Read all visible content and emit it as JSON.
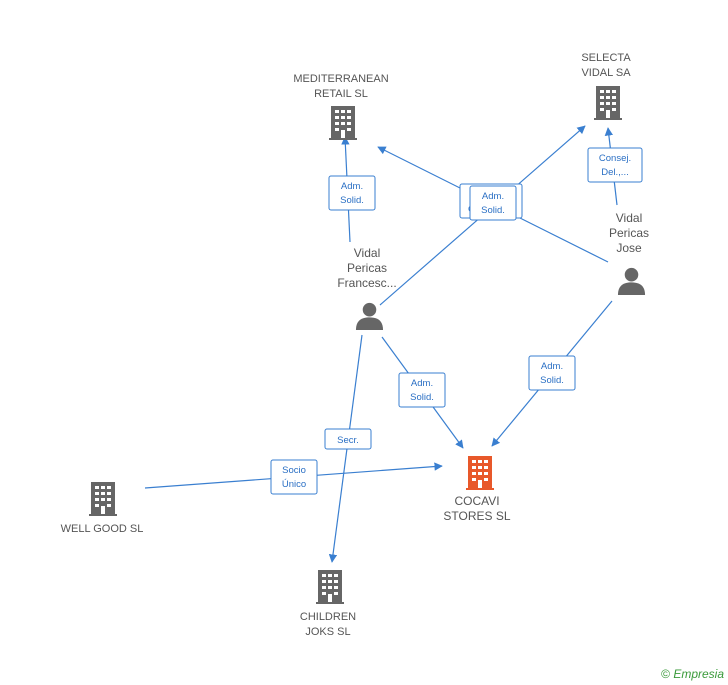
{
  "nodes": {
    "mediterranean": {
      "line1": "MEDITERRANEAN",
      "line2": "RETAIL SL",
      "icon": "building-icon"
    },
    "selecta": {
      "line1": "SELECTA",
      "line2": "VIDAL SA",
      "icon": "building-icon"
    },
    "vidal_francesc": {
      "line1": "Vidal",
      "line2": "Pericas",
      "line3": "Francesc...",
      "icon": "person-icon"
    },
    "vidal_jose": {
      "line1": "Vidal",
      "line2": "Pericas",
      "line3": "Jose",
      "icon": "person-icon"
    },
    "cocavi": {
      "line1": "COCAVI",
      "line2": "STORES SL",
      "icon": "building-icon",
      "color": "#e8582a"
    },
    "wellgood": {
      "line1": "WELL GOOD  SL",
      "icon": "building-icon"
    },
    "children": {
      "line1": "CHILDREN",
      "line2": "JOKS SL",
      "icon": "building-icon"
    }
  },
  "badges": {
    "b1": {
      "line1": "Adm.",
      "line2": "Solid."
    },
    "b2": {
      "line1": "Adm.",
      "line2": "Solid."
    },
    "b2back": {
      "line1": "C",
      "line2": ""
    },
    "b3": {
      "line1": "Consej.",
      "line2": "Del.,..."
    },
    "b4": {
      "line1": "Adm.",
      "line2": "Solid."
    },
    "b5": {
      "line1": "Adm.",
      "line2": "Solid."
    },
    "b6": {
      "line1": "Secr."
    },
    "b7": {
      "line1": "Socio",
      "line2": "Único"
    }
  },
  "colors": {
    "edge": "#3a7fd0",
    "building": "#666666",
    "focus": "#e8582a"
  },
  "footer": {
    "copyright_symbol": "©",
    "brand": "Empresia"
  }
}
